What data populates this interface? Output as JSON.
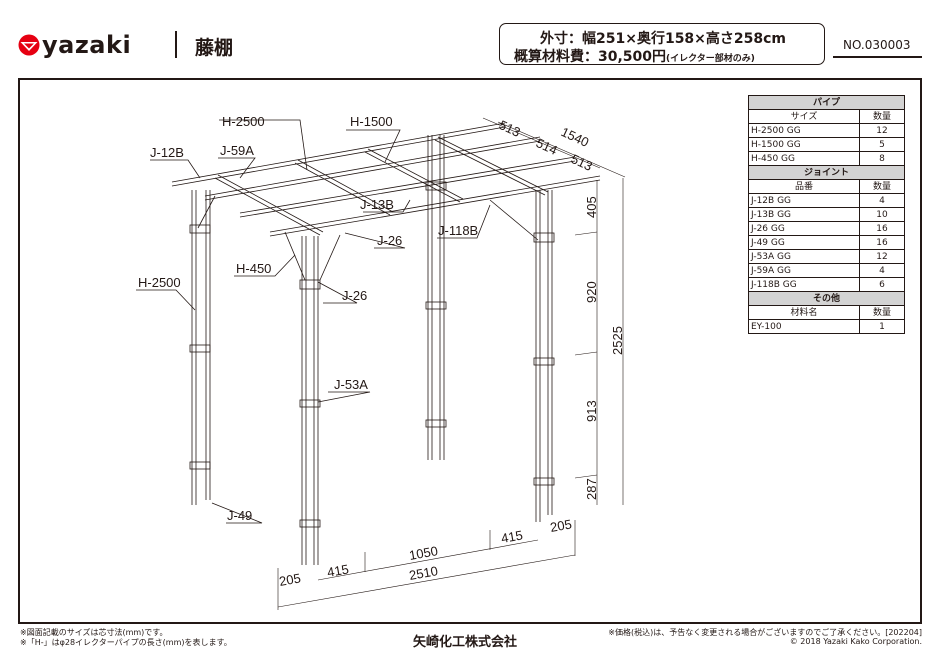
{
  "header": {
    "brand": "yazaki",
    "brand_color": "#e60012",
    "title": "藤棚",
    "spec_dimensions": "外寸：幅251×奥行158×高さ258cm",
    "spec_cost_label": "概算材料費：30,500円",
    "spec_cost_note": "(イレクター部材のみ)",
    "doc_number": "NO.030003"
  },
  "parts_table": {
    "sections": [
      {
        "title": "パイプ",
        "col_name": "サイズ",
        "col_qty": "数量",
        "rows": [
          {
            "name": "H-2500 GG",
            "qty": "12"
          },
          {
            "name": "H-1500 GG",
            "qty": "5"
          },
          {
            "name": "H-450 GG",
            "qty": "8"
          }
        ]
      },
      {
        "title": "ジョイント",
        "col_name": "品番",
        "col_qty": "数量",
        "rows": [
          {
            "name": "J-12B GG",
            "qty": "4"
          },
          {
            "name": "J-13B GG",
            "qty": "10"
          },
          {
            "name": "J-26 GG",
            "qty": "16"
          },
          {
            "name": "J-49 GG",
            "qty": "16"
          },
          {
            "name": "J-53A GG",
            "qty": "12"
          },
          {
            "name": "J-59A GG",
            "qty": "4"
          },
          {
            "name": "J-118B GG",
            "qty": "6"
          }
        ]
      },
      {
        "title": "その他",
        "col_name": "材料名",
        "col_qty": "数量",
        "rows": [
          {
            "name": "EY-100",
            "qty": "1"
          }
        ]
      }
    ]
  },
  "drawing": {
    "labels": {
      "h2500_top": "H-2500",
      "h1500": "H-1500",
      "j12b": "J-12B",
      "j59a": "J-59A",
      "j13b": "J-13B",
      "j118b": "J-118B",
      "j26_a": "J-26",
      "j26_b": "J-26",
      "h450": "H-450",
      "h2500_side": "H-2500",
      "j53a": "J-53A",
      "j49": "J-49"
    },
    "dimensions": {
      "depth_a": "513",
      "depth_b": "514",
      "depth_c": "513",
      "depth_total": "1540",
      "height_a": "405",
      "height_b": "920",
      "height_c": "913",
      "height_d": "287",
      "height_total": "2525",
      "width_left_offset": "205",
      "width_a": "415",
      "width_b": "1050",
      "width_c": "415",
      "width_right_offset": "205",
      "width_total": "2510"
    }
  },
  "footer": {
    "note1": "※図面記載のサイズは芯寸法(mm)です。",
    "note2": "※「H-」はφ28イレクターパイプの長さ(mm)を表します。",
    "company": "矢崎化工株式会社",
    "price_note": "※価格(税込)は、予告なく変更される場合がございますのでご了承ください。[202204]",
    "copyright": "© 2018 Yazaki Kako  Corporation."
  }
}
